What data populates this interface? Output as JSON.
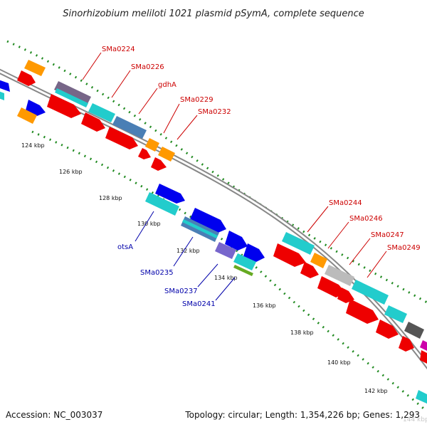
{
  "title": "Sinorhizobium meliloti 1021 plasmid pSymA, complete sequence",
  "footer": {
    "accession": "Accession: NC_003037",
    "summary": "Topology: circular; Length: 1,354,226 bp; Genes: 1,293"
  },
  "ticks": [
    "124 kbp",
    "126 kbp",
    "128 kbp",
    "130 kbp",
    "132 kbp",
    "134 kbp",
    "136 kbp",
    "138 kbp",
    "140 kbp",
    "142 kbp"
  ],
  "watermark": "144 kbp",
  "labels_forward": [
    "SMa0224",
    "SMa0226",
    "gdhA",
    "SMa0229",
    "SMa0232",
    "SMa0244",
    "SMa0246",
    "SMa0247",
    "SMa0249"
  ],
  "labels_reverse": [
    "otsA",
    "SMa0235",
    "SMa0237",
    "SMa0241"
  ],
  "colors": {
    "forward_label": "#cc0000",
    "reverse_label": "#0000aa",
    "backbone": "#888888",
    "dots": "#228B22",
    "cds_red": "#ee0000",
    "cds_cyan": "#22cccc",
    "cds_blue": "#0000ee",
    "cds_orange": "#ff9900",
    "cds_steel": "#4a7fb5",
    "cds_purple": "#7766cc",
    "cds_gray": "#bbbbbb",
    "cds_dark": "#555555",
    "cds_magenta": "#cc00aa"
  }
}
